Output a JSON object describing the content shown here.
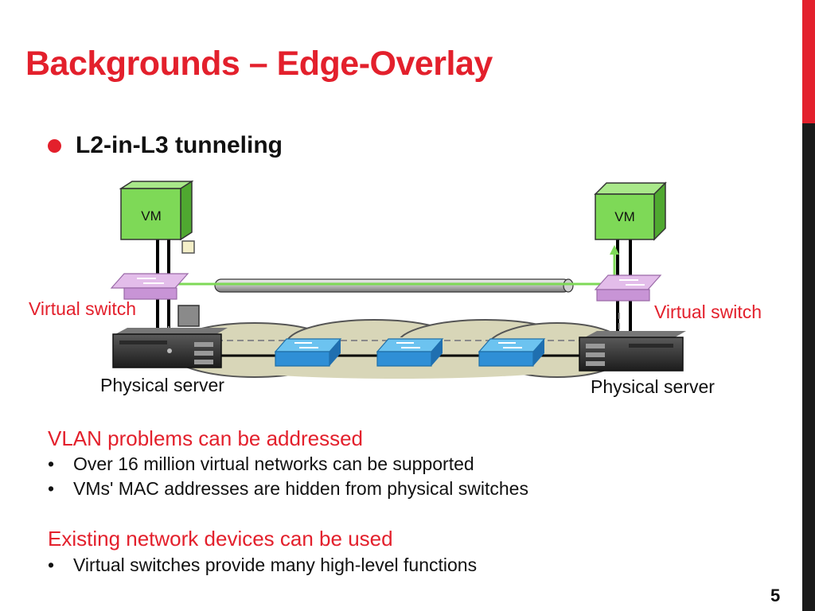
{
  "title": "Backgrounds – Edge-Overlay",
  "bullet": "L2-in-L3 tunneling",
  "diagram": {
    "vm_left": "VM",
    "vm_right": "VM",
    "virtual_switch_left": "Virtual switch",
    "virtual_switch_right": "Virtual switch",
    "physical_server_left": "Physical server",
    "physical_server_right": "Physical server"
  },
  "sections": [
    {
      "heading": "VLAN problems can be addressed",
      "items": [
        "Over 16 million virtual networks can be supported",
        "VMs' MAC addresses are hidden from physical switches"
      ]
    },
    {
      "heading": "Existing network devices can be used",
      "items": [
        "Virtual switches provide many high-level functions"
      ]
    }
  ],
  "bullet_glyph": "•",
  "page_number": "5",
  "colors": {
    "accent": "#e3202c",
    "vm_green": "#7ed957",
    "switch_purple": "#d6a3e0",
    "switch_blue": "#2f8fd6",
    "cloud": "#d8d6b8"
  }
}
